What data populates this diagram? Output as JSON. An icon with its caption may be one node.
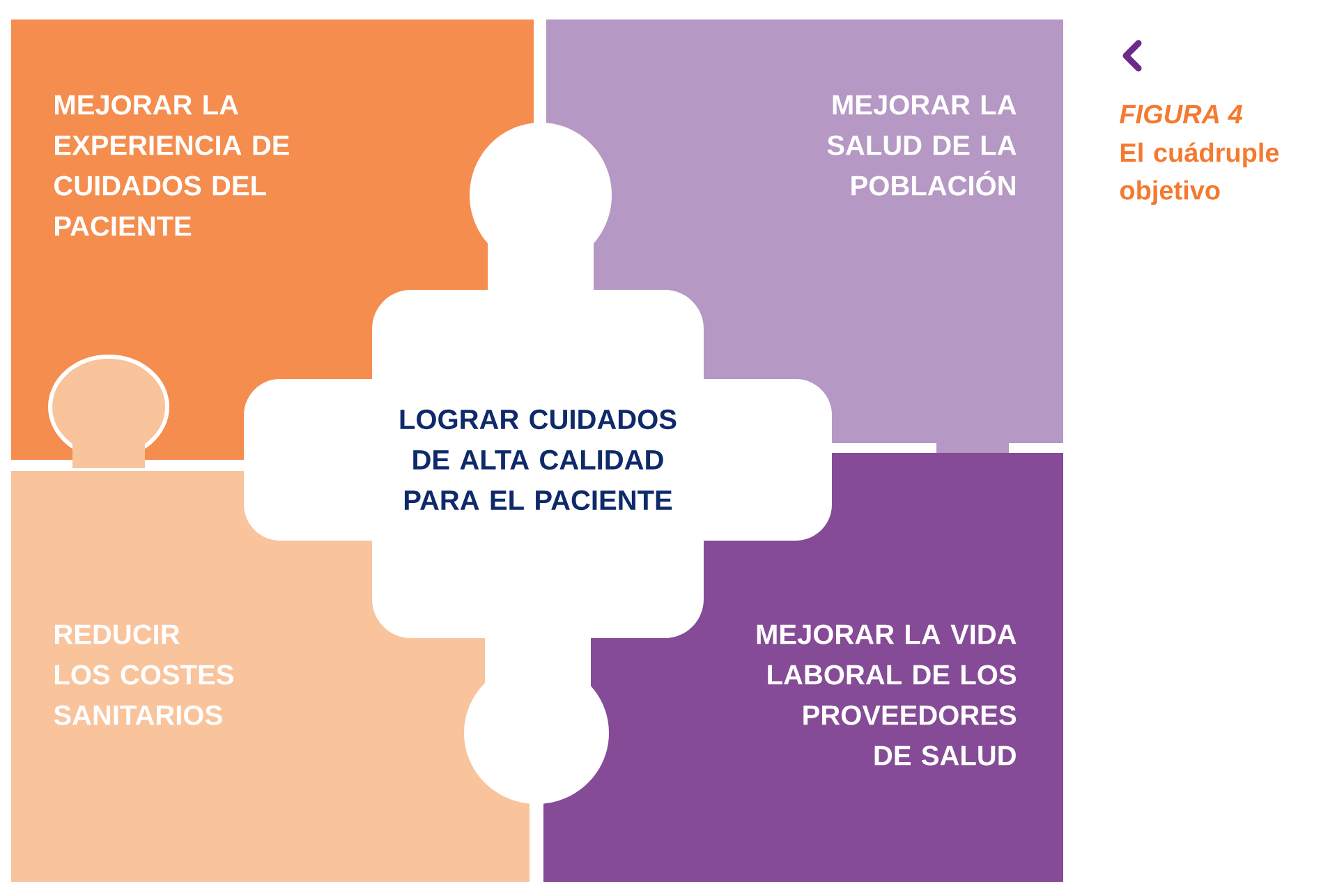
{
  "diagram": {
    "nodes": [
      {
        "text": [
          "MEJORAR LA EXPERIENCIA DE CUIDADOS DEL PACIENTE"
        ]
      },
      {
        "text": [
          "MEJORAR LA SALUD DE LA POBLACIÓN"
        ]
      },
      {
        "text": [
          "LOGRAR CUIDADOS DE ALTA CALIDAD PARA EL PACIENTE"
        ]
      },
      {
        "text": [
          "REDUCIR LOS COSTES SANITARIOS"
        ]
      },
      {
        "text": [
          "MEJORAR LA VIDA LABORAL DE LOS PROVEEDORES DE SALUD"
        ]
      }
    ],
    "labels": [
      "FIGURA 4",
      "El cuádruple objetivo"
    ]
  }
}
